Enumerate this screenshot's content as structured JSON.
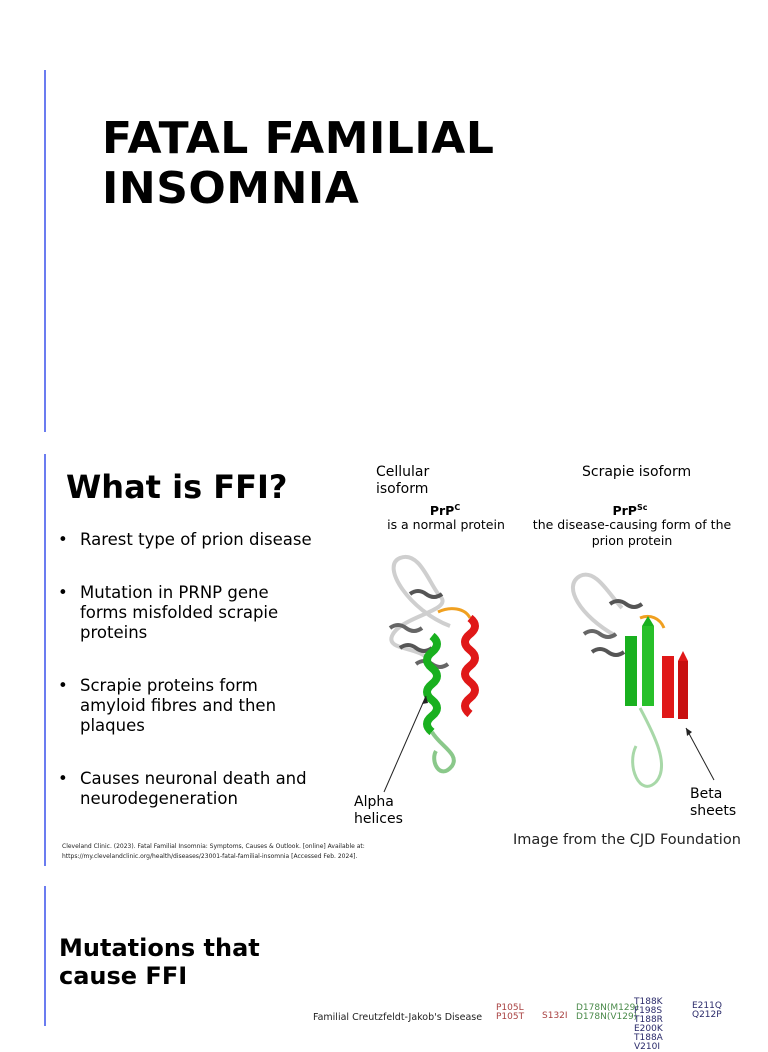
{
  "slide1": {
    "title": "FATAL FAMILIAL INSOMNIA"
  },
  "slide2": {
    "title": "What is FFI?",
    "bullets": [
      "Rarest type of prion disease",
      "Mutation in PRNP gene forms misfolded scrapie proteins",
      "Scrapie proteins form amyloid fibres and then plaques",
      "Causes neuronal death and neurodegeneration"
    ],
    "citation": "Cleveland Clinic. (2023). Fatal Familial Insomnia: Symptoms, Causes & Outlook. [online] Available at: https://my.clevelandclinic.org/health/diseases/23001-fatal-familial-insomnia [Accessed Feb. 2024].",
    "figure": {
      "cellular_label": "Cellular isoform",
      "cellular_name": "PrP",
      "cellular_sup": "C",
      "cellular_desc": "is a normal protein",
      "scrapie_label": "Scrapie isoform",
      "scrapie_name": "PrP",
      "scrapie_sup": "Sc",
      "scrapie_desc": "the disease-causing form of the prion protein",
      "alpha_label": "Alpha helices",
      "beta_label": "Beta sheets",
      "caption": "Image from the CJD Foundation"
    }
  },
  "slide3": {
    "title": "Mutations that cause FFI",
    "diagram_label": "Familial Creutzfeldt-Jakob's Disease",
    "codes": {
      "red": "P105L P105T",
      "red2": "S132I",
      "green": "D178N(M129) D178N(V129)",
      "blue": "T188K F198S T188R E200K T188A V210I",
      "blue2": "E211Q Q212P"
    }
  },
  "colors": {
    "accent_bar": "#6b7cf0",
    "helix_green": "#19b01f",
    "helix_red": "#e01818",
    "loop_orange": "#f0a020"
  }
}
